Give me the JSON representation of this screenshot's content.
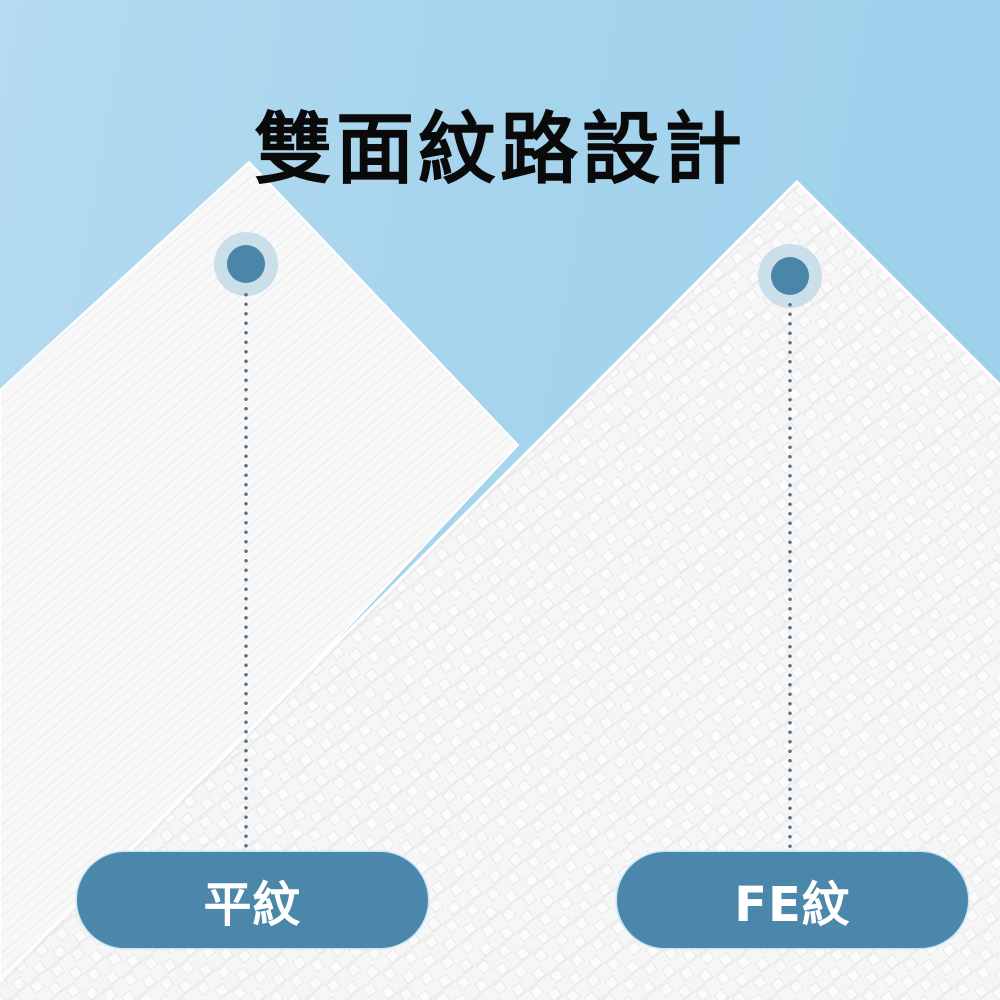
{
  "title": "雙面紋路設計",
  "colors": {
    "sky_light": "#b4dbf0",
    "sky_dark": "#9ccfec",
    "panel_white": "#f7f7f7",
    "accent_blue": "#4a87ab",
    "marker_halo": "#c3dae9",
    "dot_line": "#4f6f86",
    "title_text": "#0a0a0a",
    "pill_text": "#ffffff"
  },
  "sides": [
    {
      "label": "平紋",
      "texture": "plain",
      "marker_icon": "circle-marker-icon"
    },
    {
      "label": "FE紋",
      "texture": "embossed",
      "marker_icon": "circle-marker-icon"
    }
  ]
}
